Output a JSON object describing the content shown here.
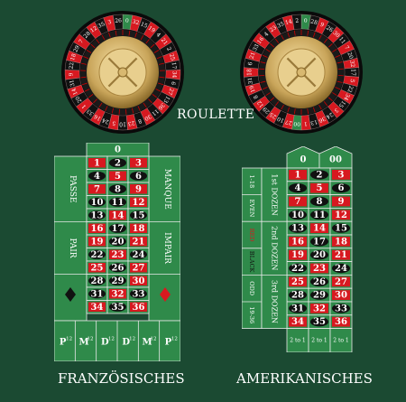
{
  "title": "ROULETTE",
  "captions": {
    "french": "FRANZÖSISCHES",
    "american": "AMERIKANISCHES"
  },
  "colors": {
    "felt": "#1b4a32",
    "table_green": "#2f8a4a",
    "red": "#d71920",
    "black": "#111111",
    "white": "#ffffff",
    "gold": "#c9a55a"
  },
  "wheels": {
    "french_sequence": [
      0,
      32,
      15,
      19,
      4,
      21,
      2,
      25,
      17,
      34,
      6,
      27,
      13,
      36,
      11,
      30,
      8,
      23,
      10,
      5,
      24,
      16,
      33,
      1,
      20,
      14,
      31,
      9,
      22,
      18,
      29,
      7,
      28,
      12,
      35,
      3,
      26
    ],
    "american_sequence": [
      "0",
      28,
      9,
      26,
      30,
      11,
      7,
      20,
      32,
      17,
      5,
      22,
      34,
      15,
      3,
      24,
      36,
      13,
      1,
      "00",
      27,
      10,
      25,
      29,
      12,
      8,
      19,
      31,
      18,
      6,
      21,
      33,
      16,
      4,
      23,
      35,
      14,
      2
    ]
  },
  "red_numbers": [
    1,
    3,
    5,
    7,
    9,
    12,
    14,
    16,
    18,
    19,
    21,
    23,
    25,
    27,
    30,
    32,
    34,
    36
  ],
  "french_table": {
    "zero": "0",
    "rows": [
      [
        1,
        2,
        3
      ],
      [
        4,
        5,
        6
      ],
      [
        7,
        8,
        9
      ],
      [
        10,
        11,
        12
      ],
      [
        13,
        14,
        15
      ],
      [
        16,
        17,
        18
      ],
      [
        19,
        20,
        21
      ],
      [
        22,
        23,
        24
      ],
      [
        25,
        26,
        27
      ],
      [
        28,
        29,
        30
      ],
      [
        31,
        32,
        33
      ],
      [
        34,
        35,
        36
      ]
    ],
    "left_labels": [
      "PASSE",
      "PAIR"
    ],
    "right_labels": [
      "MANQUE",
      "IMPAIR"
    ],
    "bottom_labels": [
      {
        "letter": "P",
        "sup": "12"
      },
      {
        "letter": "M",
        "sup": "12"
      },
      {
        "letter": "D",
        "sup": "12"
      },
      {
        "letter": "D",
        "sup": "12"
      },
      {
        "letter": "M",
        "sup": "12"
      },
      {
        "letter": "P",
        "sup": "12"
      }
    ]
  },
  "american_table": {
    "zeros": [
      "0",
      "00"
    ],
    "rows": [
      [
        1,
        2,
        3
      ],
      [
        4,
        5,
        6
      ],
      [
        7,
        8,
        9
      ],
      [
        10,
        11,
        12
      ],
      [
        13,
        14,
        15
      ],
      [
        16,
        17,
        18
      ],
      [
        19,
        20,
        21
      ],
      [
        22,
        23,
        24
      ],
      [
        25,
        26,
        27
      ],
      [
        28,
        29,
        30
      ],
      [
        31,
        32,
        33
      ],
      [
        34,
        35,
        36
      ]
    ],
    "left_outer": [
      "1-18",
      "EVEN",
      "RED",
      "BLACK",
      "ODD",
      "19-36"
    ],
    "dozens": [
      "1st DOZEN",
      "2nd DOZEN",
      "3rd DOZEN"
    ],
    "columns": [
      "2 to 1",
      "2 to 1",
      "2 to 1"
    ]
  }
}
